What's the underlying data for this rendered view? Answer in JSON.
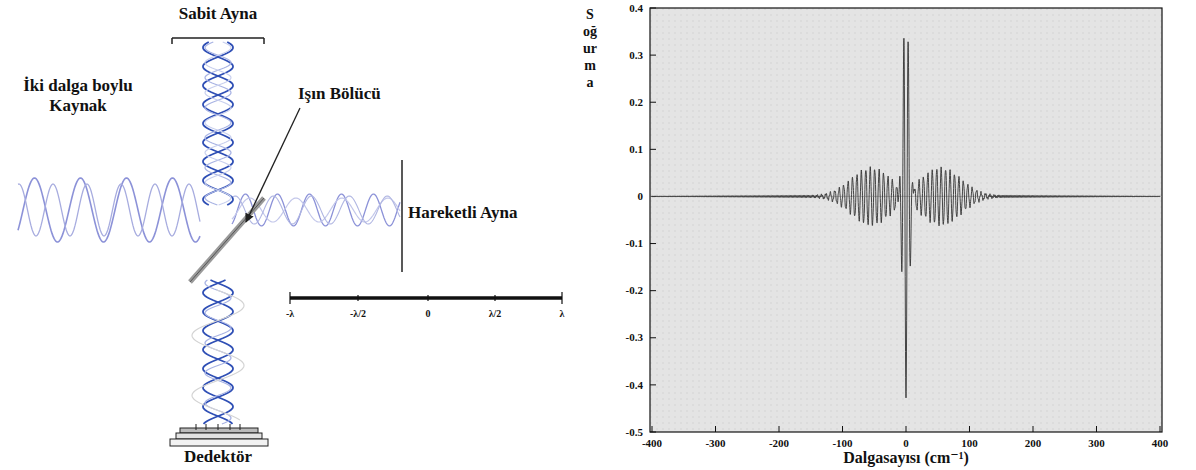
{
  "diagram": {
    "labels": [
      "Sabit Ayna",
      "Işın Bölücü",
      "İki dalga boylu Kaynak",
      "Hareketli Ayna",
      "Dedektör",
      "-λ",
      "-λ/2",
      "0",
      "λ/2",
      "λ",
      "Soğurma",
      "0.4",
      "0.3",
      "0.2",
      "0.1",
      "0",
      "-0.1",
      "-0.2",
      "-0.3",
      "-0.4",
      "-0.5",
      "-400",
      "-300",
      "-200",
      "-100",
      "0",
      "100",
      "200",
      "300",
      "400",
      "Dalgasayısı (cm⁻¹)"
    ]
  }
}
